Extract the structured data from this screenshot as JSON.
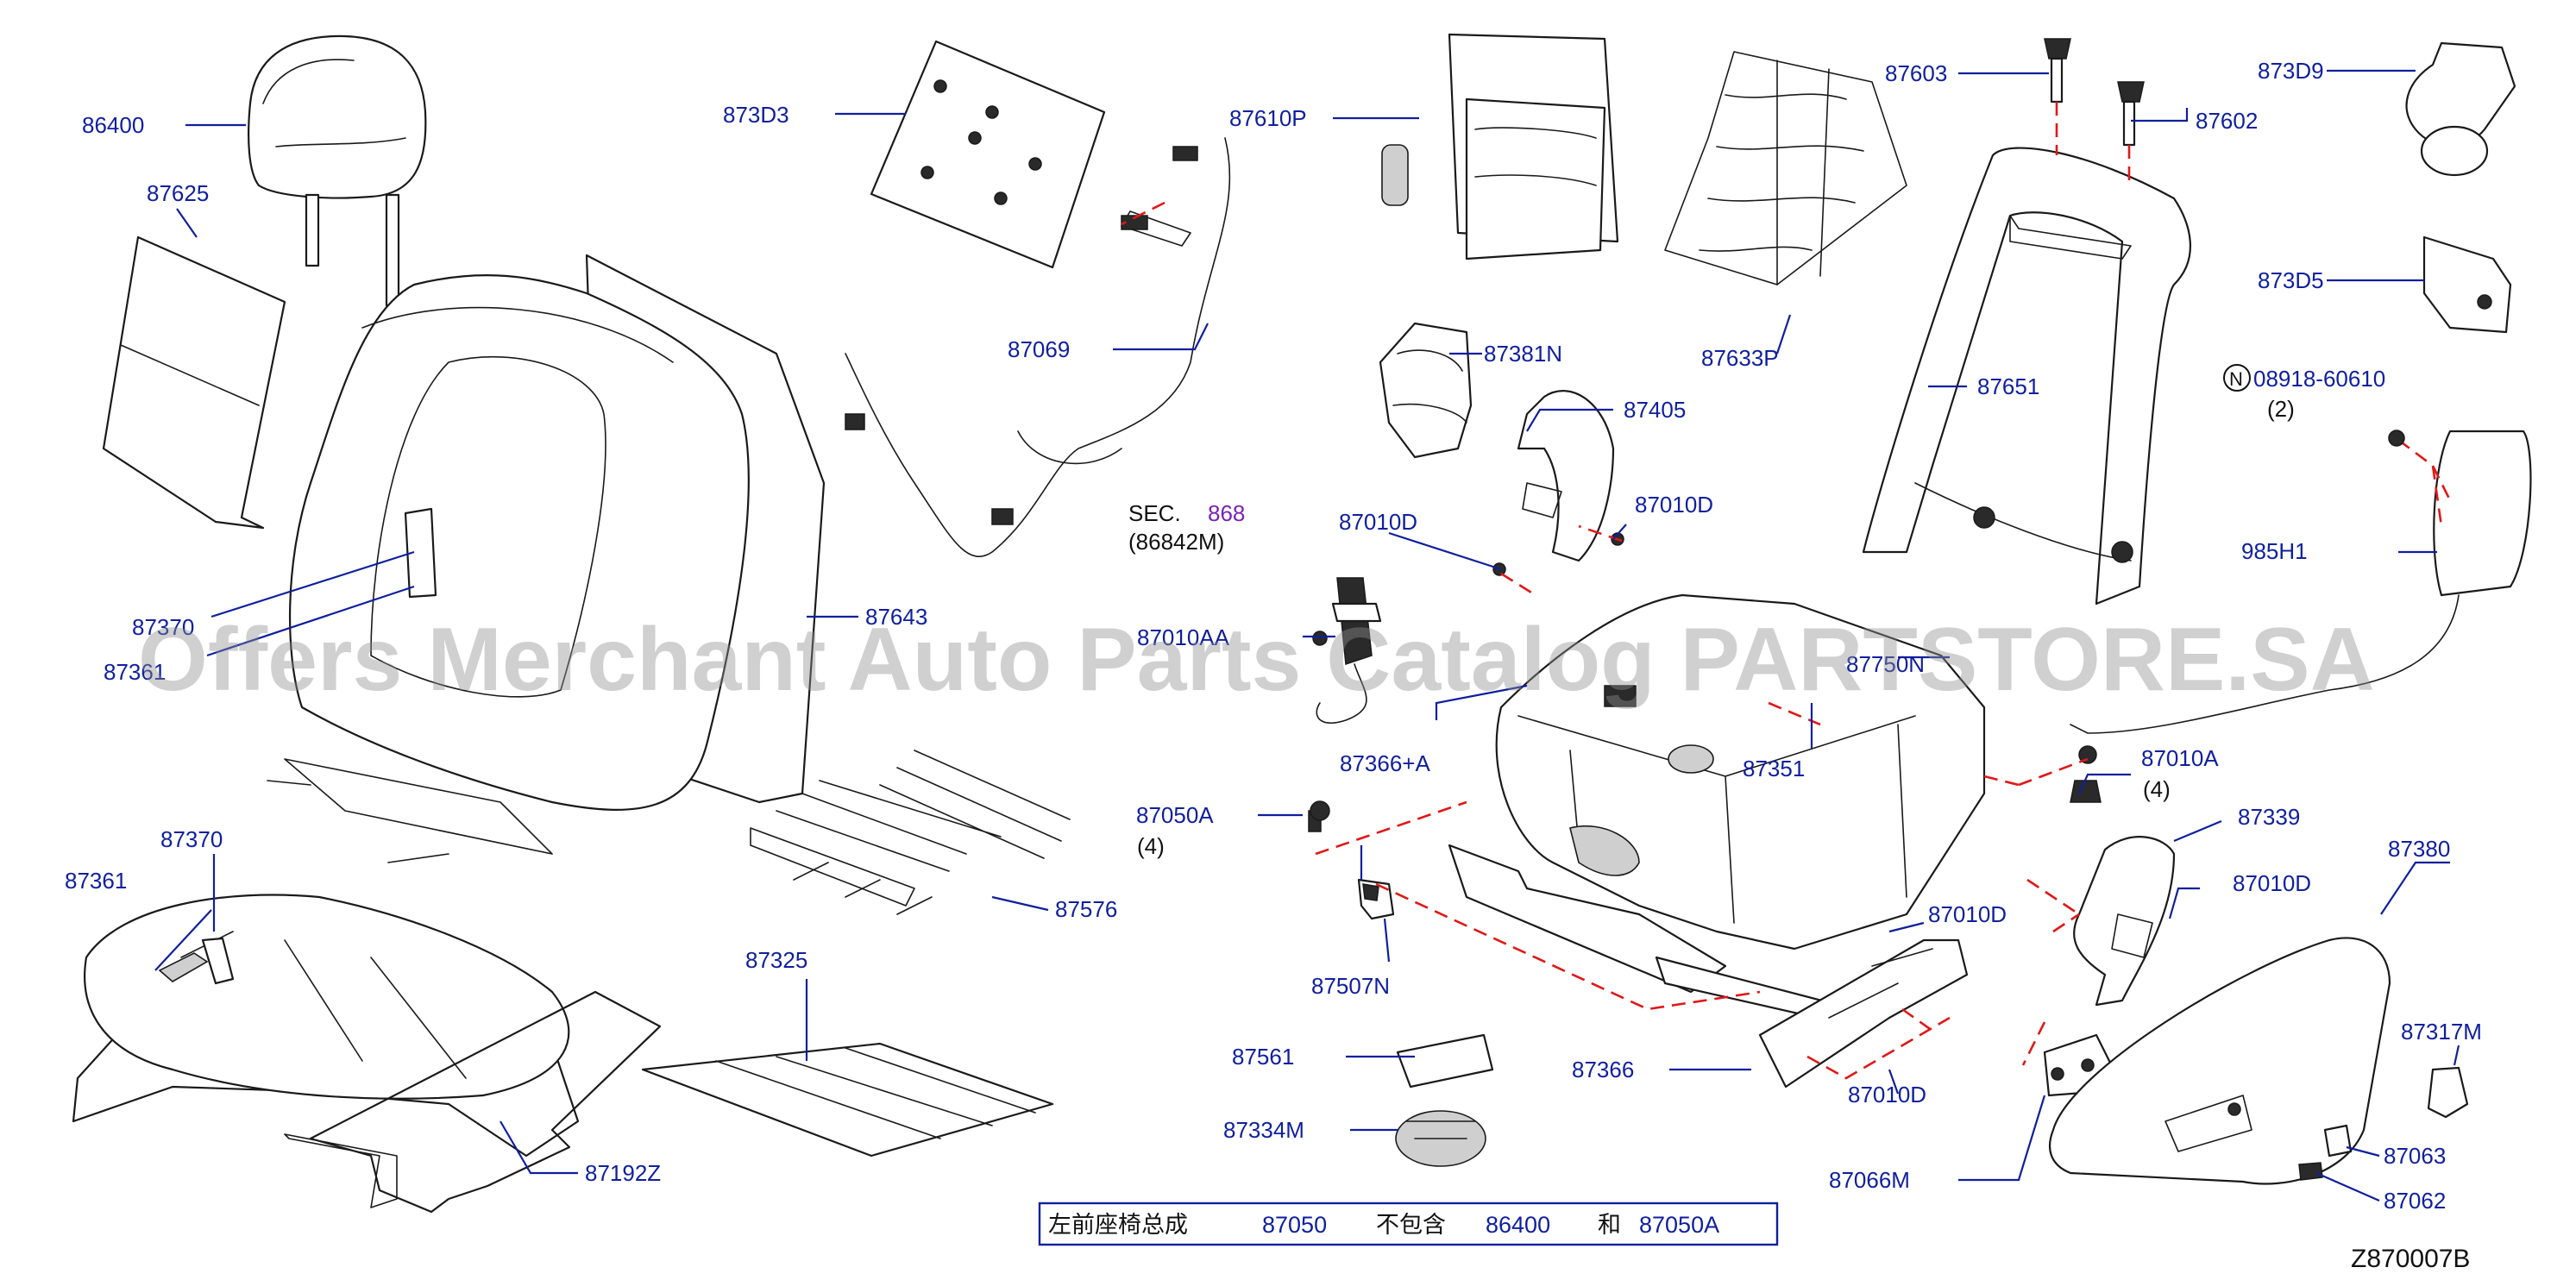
{
  "labels": {
    "p86400": "86400",
    "p87625": "87625",
    "p873D3": "873D3",
    "p87610P": "87610P",
    "p87069": "87069",
    "p87603": "87603",
    "p87602": "87602",
    "p873D9": "873D9",
    "p873D5": "873D5",
    "p87633P": "87633P",
    "p87651": "87651",
    "p87381N": "87381N",
    "p87405": "87405",
    "p87010D_a": "87010D",
    "p87010D_b": "87010D",
    "p87010D_c": "87010D",
    "p87010D_d": "87010D",
    "p87010D_e": "87010D",
    "p87370_a": "87370",
    "p87361_a": "87361",
    "p87643": "87643",
    "p87010AA": "87010AA",
    "p87750N": "87750N",
    "p87366A": "87366+A",
    "p87351": "87351",
    "p87010A": "87010A",
    "p87010A_qty": "(4)",
    "p87050A": "87050A",
    "p87050A_qty": "(4)",
    "p87339": "87339",
    "p87370_b": "87370",
    "p87361_b": "87361",
    "p87576": "87576",
    "p87325": "87325",
    "p87507N": "87507N",
    "p87561": "87561",
    "p87334M": "87334M",
    "p87366": "87366",
    "p87192Z": "87192Z",
    "p87066M": "87066M",
    "p87380": "87380",
    "p87317M": "87317M",
    "p87063": "87063",
    "p87062": "87062",
    "p985H1": "985H1",
    "p08918": "08918-60610",
    "p08918_qty": "(2)",
    "p08918_symbol": "N"
  },
  "sec_ref": {
    "prefix": "SEC.",
    "number": "868",
    "sub": "(86842M)"
  },
  "note": {
    "text_1": "左前座椅总成",
    "part_1": "87050",
    "text_2": "不包含",
    "part_2": "86400",
    "text_3": "和",
    "part_3": "87050A"
  },
  "diagram_code": "Z870007B",
  "watermark": "Offers Merchant Auto Parts Catalog PARTSTORE.SA",
  "colors": {
    "label_blue": "#0f1f9e",
    "dash_red": "#e01818",
    "sec_purple": "#7a22b8"
  }
}
